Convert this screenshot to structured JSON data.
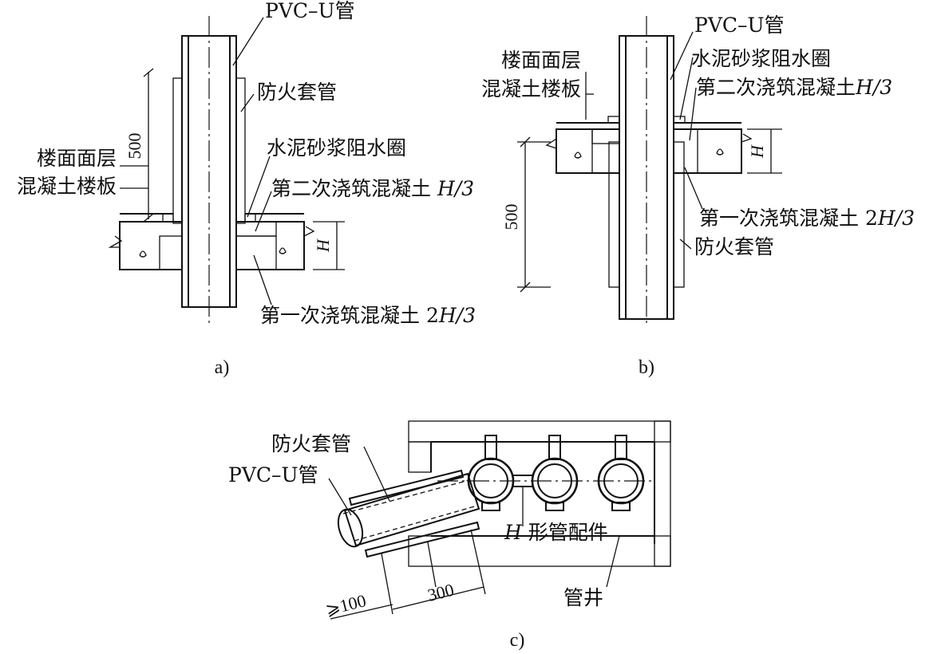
{
  "figure_a": {
    "caption": "a)",
    "labels": {
      "pipe": "PVC–U管",
      "sleeve": "防火套管",
      "floor_finish": "楼面面层",
      "slab": "混凝土楼板",
      "water_ring": "水泥砂浆阻水圈",
      "second_pour": "第二次浇筑混凝土 ",
      "second_pour_frac": "H/3",
      "first_pour": "第一次浇筑混凝土 2",
      "first_pour_frac": "H/3"
    },
    "dims": {
      "sleeve_height": "500",
      "slab_thickness": "H"
    }
  },
  "figure_b": {
    "caption": "b)",
    "labels": {
      "pipe": "PVC–U管",
      "water_ring": "水泥砂浆阻水圈",
      "floor_finish": "楼面面层",
      "slab": "混凝土楼板",
      "second_pour": "第二次浇筑混凝土",
      "second_pour_frac": "H/3",
      "first_pour": "第一次浇筑混凝土 2",
      "first_pour_frac": "H/3",
      "sleeve": "防火套管"
    },
    "dims": {
      "sleeve_height": "500",
      "slab_thickness": "H"
    }
  },
  "figure_c": {
    "caption": "c)",
    "labels": {
      "sleeve": "防火套管",
      "pipe": "PVC–U管",
      "fitting_h": "H",
      "fitting": " 形管配件",
      "shaft": "管井"
    },
    "dims": {
      "min_gap": "⩾100",
      "sleeve_len": "300"
    }
  }
}
